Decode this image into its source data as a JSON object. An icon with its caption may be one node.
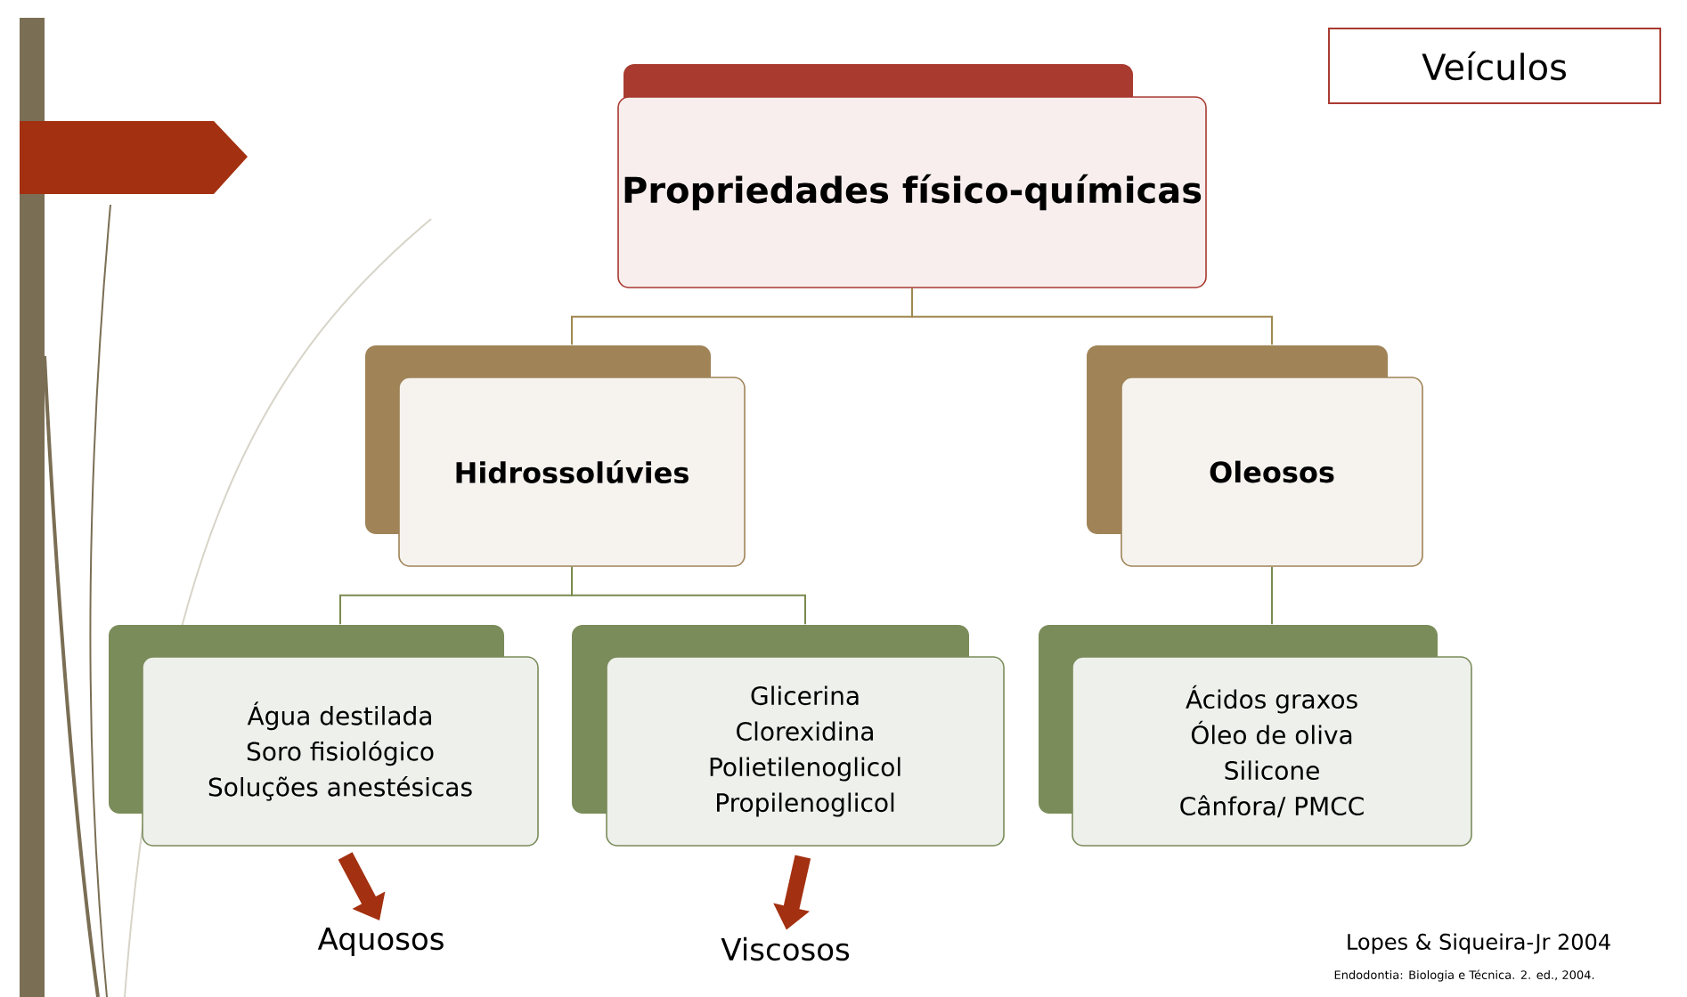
{
  "diagram": {
    "title": "Veículos",
    "nodes": [
      {
        "text": [
          "Propriedades físico-químicas"
        ]
      },
      {
        "text": [
          "Hidrossolúvies"
        ]
      },
      {
        "text": [
          "Oleosos"
        ]
      },
      {
        "text": [
          "Água destilada",
          "Soro fisiológico",
          "Soluções anestésicas"
        ]
      },
      {
        "text": [
          "Glicerina",
          "Clorexidina",
          "Polietilenoglicol",
          "Propilenoglicol"
        ]
      },
      {
        "text": [
          "Ácidos graxos",
          "Óleo de oliva",
          "Silicone",
          "Cânfora/ PMCC"
        ]
      },
      {
        "text": [
          "Aquosos"
        ]
      },
      {
        "text": [
          "Viscosos"
        ]
      }
    ],
    "edges": [
      {
        "from": 0,
        "to": 1,
        "arrow": "none",
        "color": "#a08850"
      },
      {
        "from": 0,
        "to": 2,
        "arrow": "none",
        "color": "#a08850"
      },
      {
        "from": 1,
        "to": 3,
        "arrow": "none",
        "color": "#7a8a50"
      },
      {
        "from": 1,
        "to": 4,
        "arrow": "none",
        "color": "#7a8a50"
      },
      {
        "from": 2,
        "to": 5,
        "arrow": "none",
        "color": "#7a8a50"
      },
      {
        "from": 3,
        "to": 6,
        "arrow": "to",
        "style": "thick",
        "color": "#a33010"
      },
      {
        "from": 4,
        "to": 7,
        "arrow": "to",
        "style": "thick",
        "color": "#a33010"
      }
    ],
    "labels": [
      "Lopes & Siqueira-Jr 2004",
      "Endodontia: Biologia e Técnica. 2. ed., 2004."
    ]
  }
}
